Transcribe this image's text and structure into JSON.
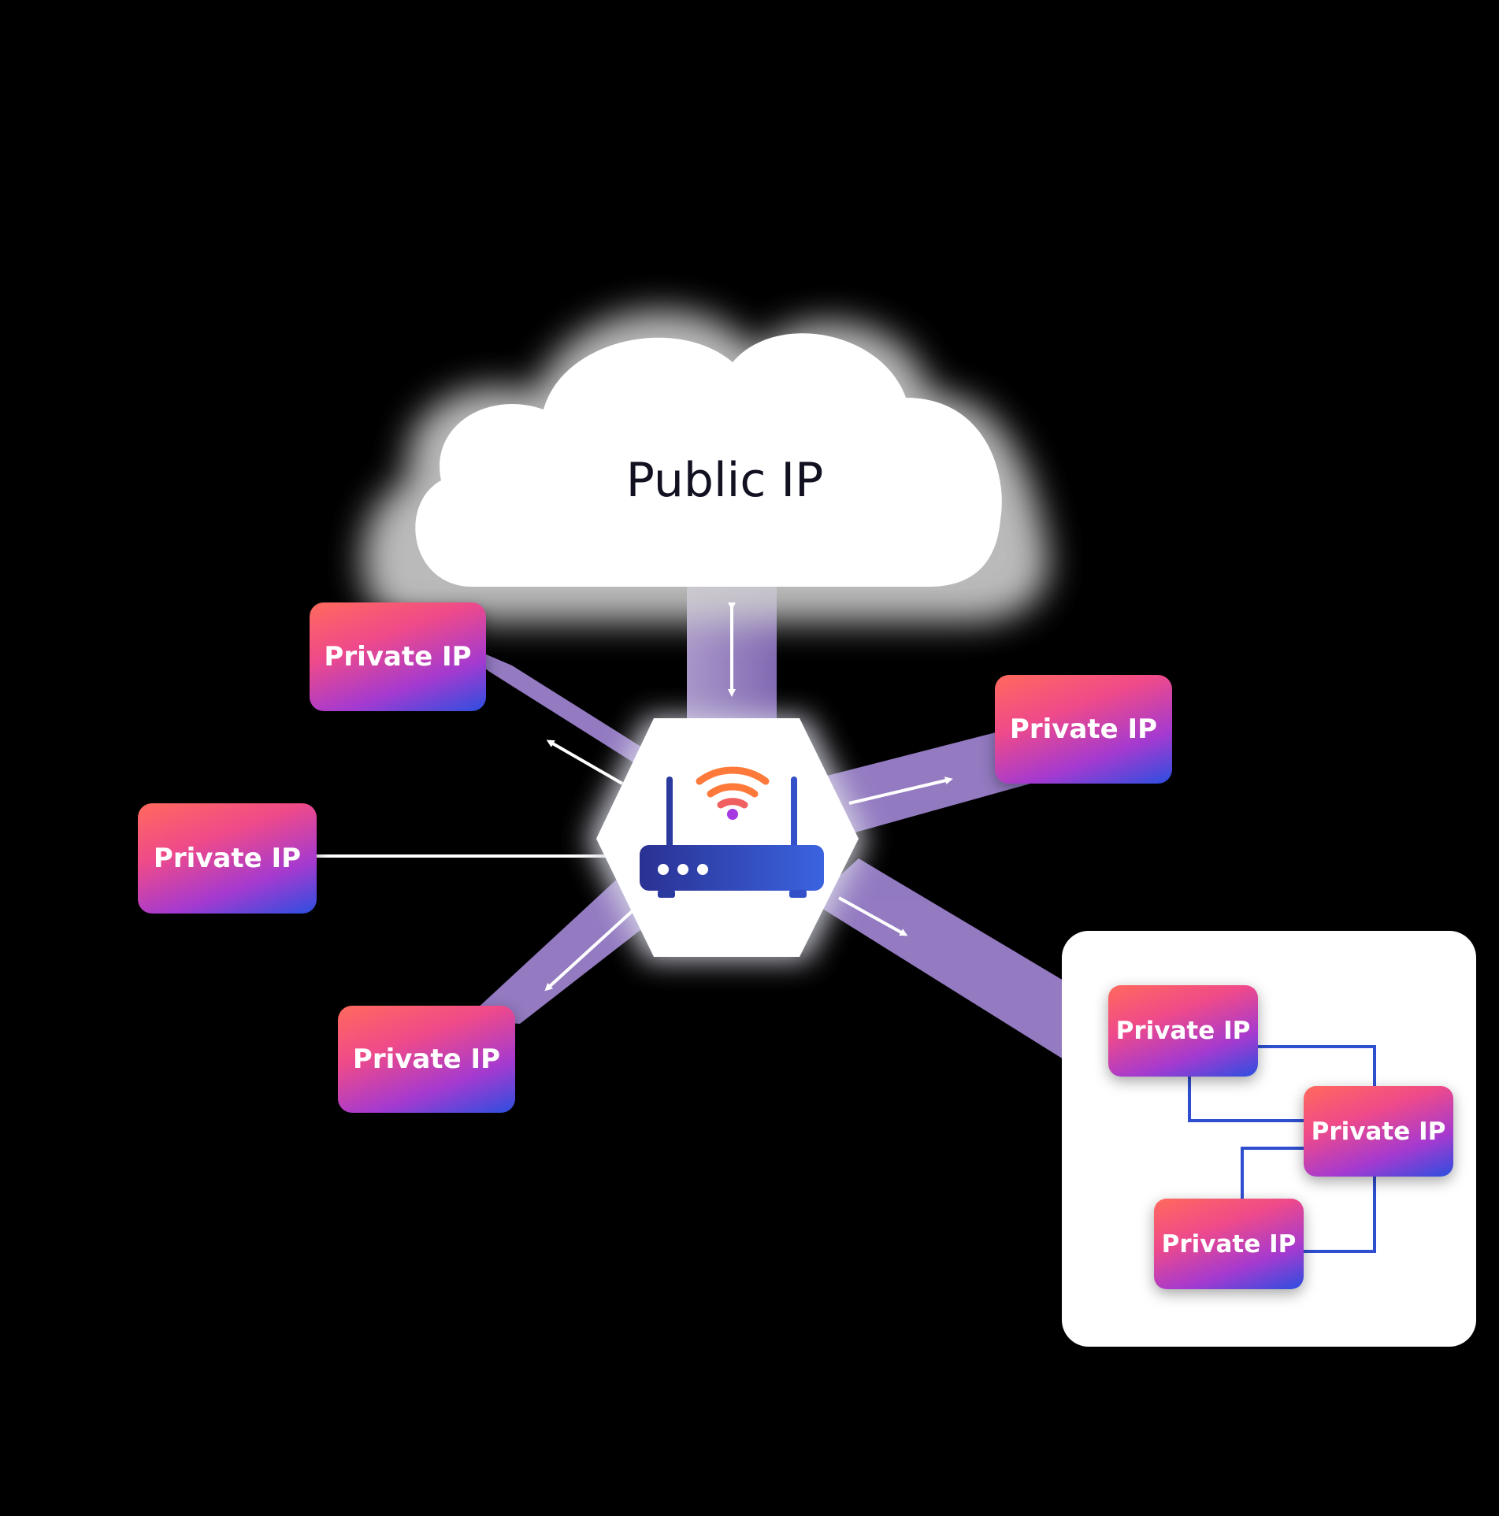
{
  "cloud": {
    "label": "Public IP",
    "icon": "cloud-icon"
  },
  "router": {
    "icon": "wifi-router-icon"
  },
  "devices": [
    {
      "label": "Private IP"
    },
    {
      "label": "Private IP"
    },
    {
      "label": "Private IP"
    },
    {
      "label": "Private IP"
    }
  ],
  "subnet": {
    "devices": [
      {
        "label": "Private IP"
      },
      {
        "label": "Private IP"
      },
      {
        "label": "Private IP"
      }
    ]
  },
  "colors": {
    "background": "#000000",
    "connector": "#a78bdc",
    "subnet_link": "#2f4fd0",
    "wifi": "#ff7a3a",
    "router_body": "#2b3a9e",
    "pill_gradient": [
      "#ff6a5c",
      "#ef4a8a",
      "#a43ad0",
      "#2b4fe0"
    ]
  }
}
